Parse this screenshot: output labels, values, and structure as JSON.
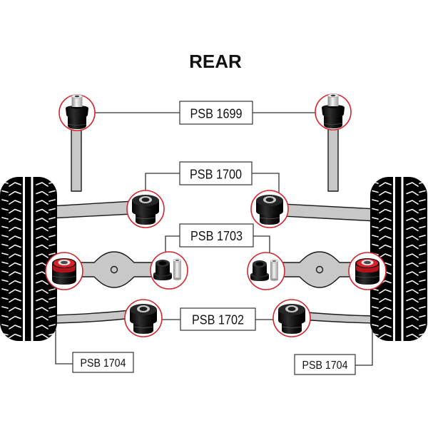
{
  "title": "REAR",
  "callout_labels": {
    "psb_1699": "PSB 1699",
    "psb_1700": "PSB 1700",
    "psb_1703": "PSB 1703",
    "psb_1702": "PSB 1702",
    "psb_1704_left": "PSB 1704",
    "psb_1704_right": "PSB 1704"
  },
  "bushing_icons": {
    "psb_1699": "top-mount-bushing-with-silver-sleeve",
    "psb_1700": "black-bushing-with-grey-ring",
    "psb_1703": "black-flanged-bushing-and-silver-sleeve",
    "psb_1702": "black-bushing-with-grey-ring",
    "psb_1704": "red-insert-hub-bushing"
  },
  "colors": {
    "callout_ring": "#d6242d",
    "arm_fill": "#c8c8c8",
    "outline": "#1a1a1a",
    "tire": "#000000",
    "tread": "#ffffff",
    "leader_line": "#333333",
    "bushing_black": "#141414",
    "bushing_red": "#d9202b",
    "sleeve_silver": "#cfcfcf"
  }
}
